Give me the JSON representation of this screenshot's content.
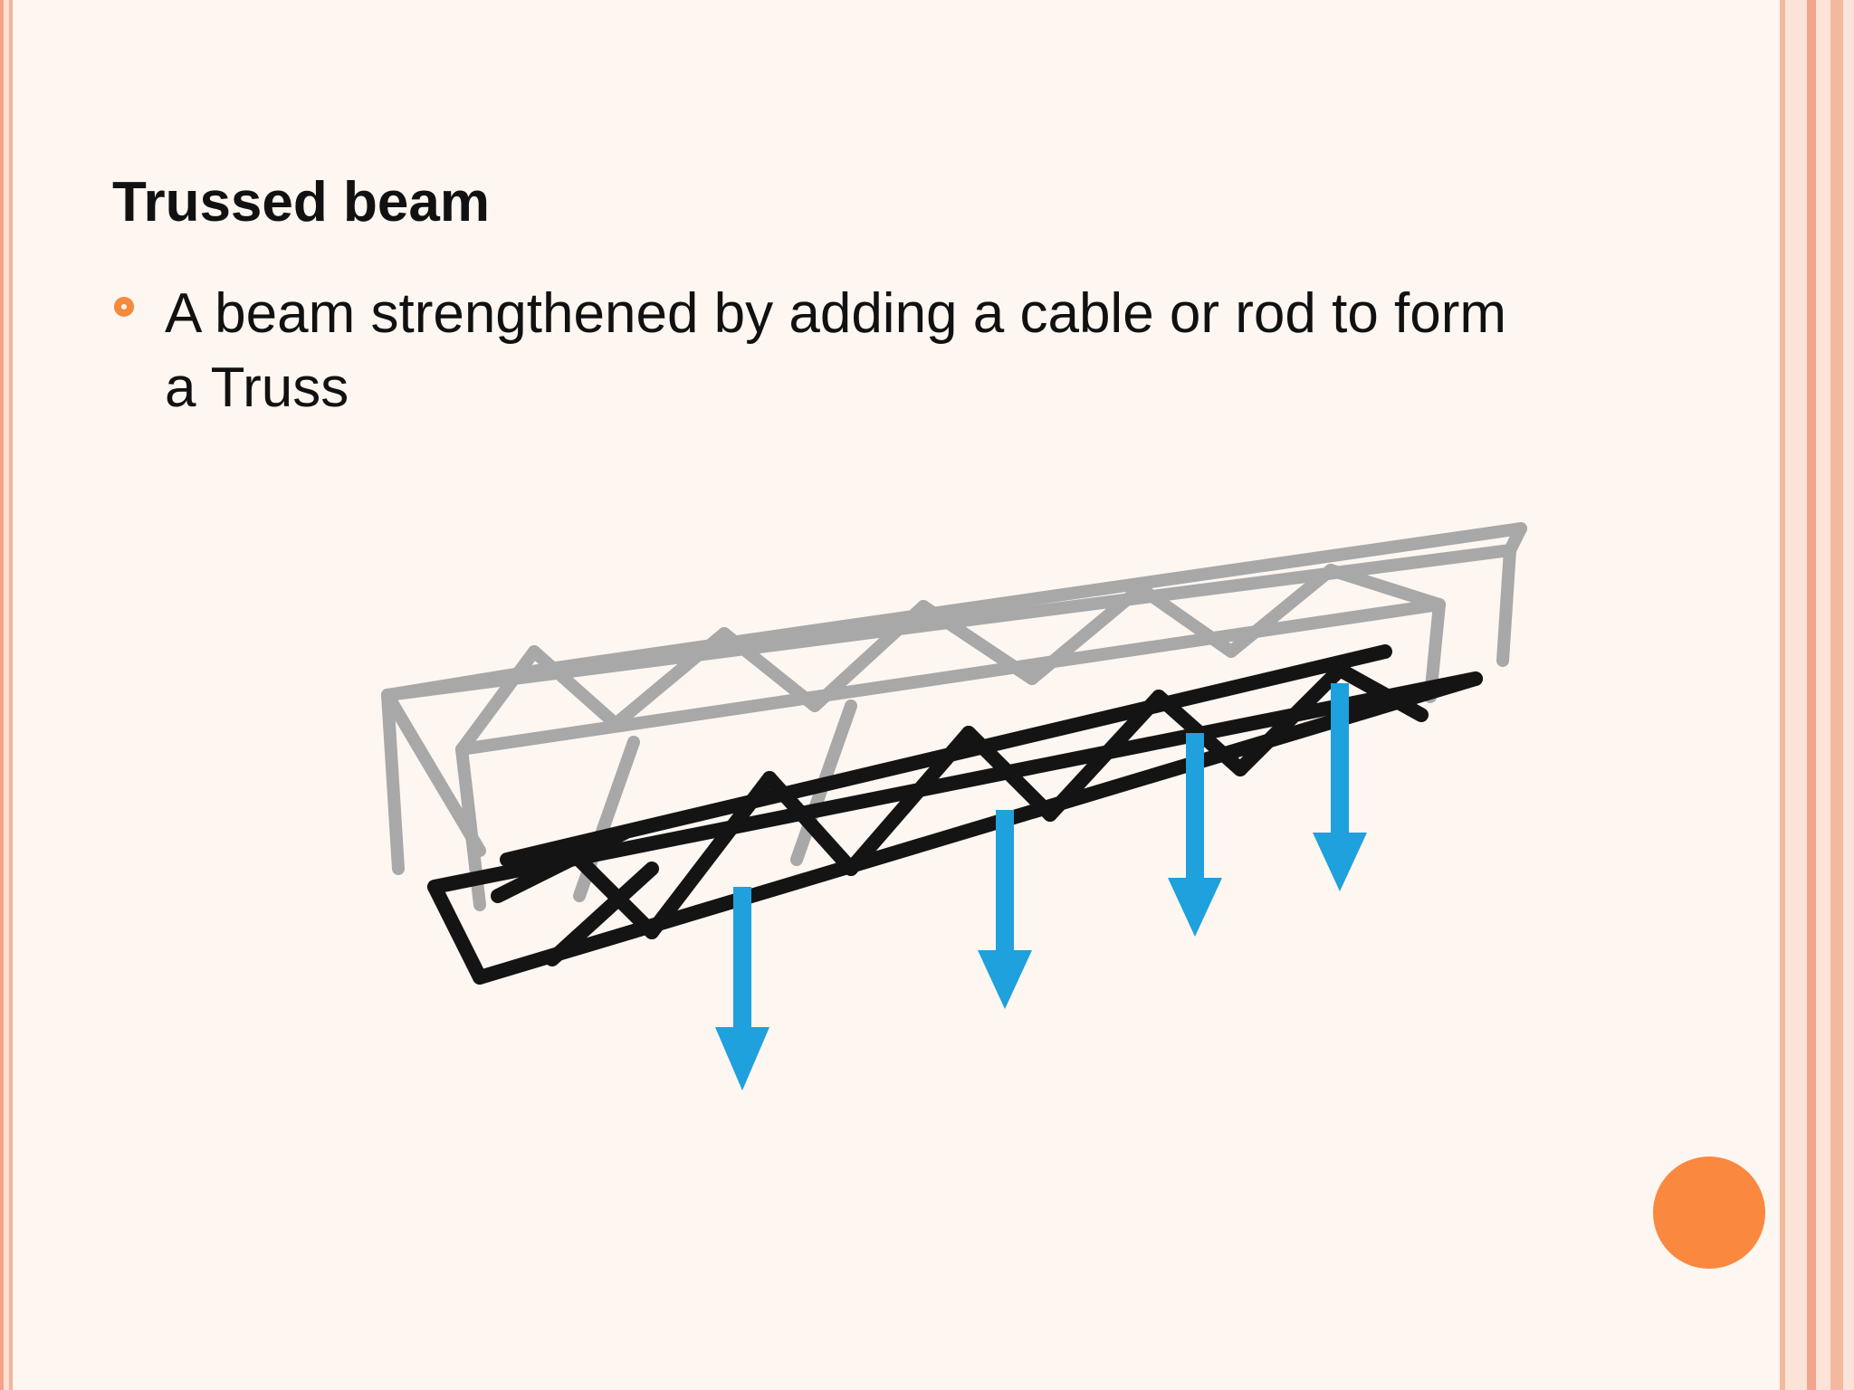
{
  "slide": {
    "title": "Trussed beam",
    "bullets": [
      {
        "text": "A beam strengthened by adding a cable or rod to form a Truss"
      }
    ]
  },
  "colors": {
    "accent": "#f58a3c",
    "frame": "#f2a58a",
    "truss_top": "#a8a8a8",
    "truss_bottom": "#141414",
    "load_arrow": "#1ea1dc"
  },
  "figure": {
    "icon": "trussed-beam-illustration",
    "load_arrows": 4
  }
}
